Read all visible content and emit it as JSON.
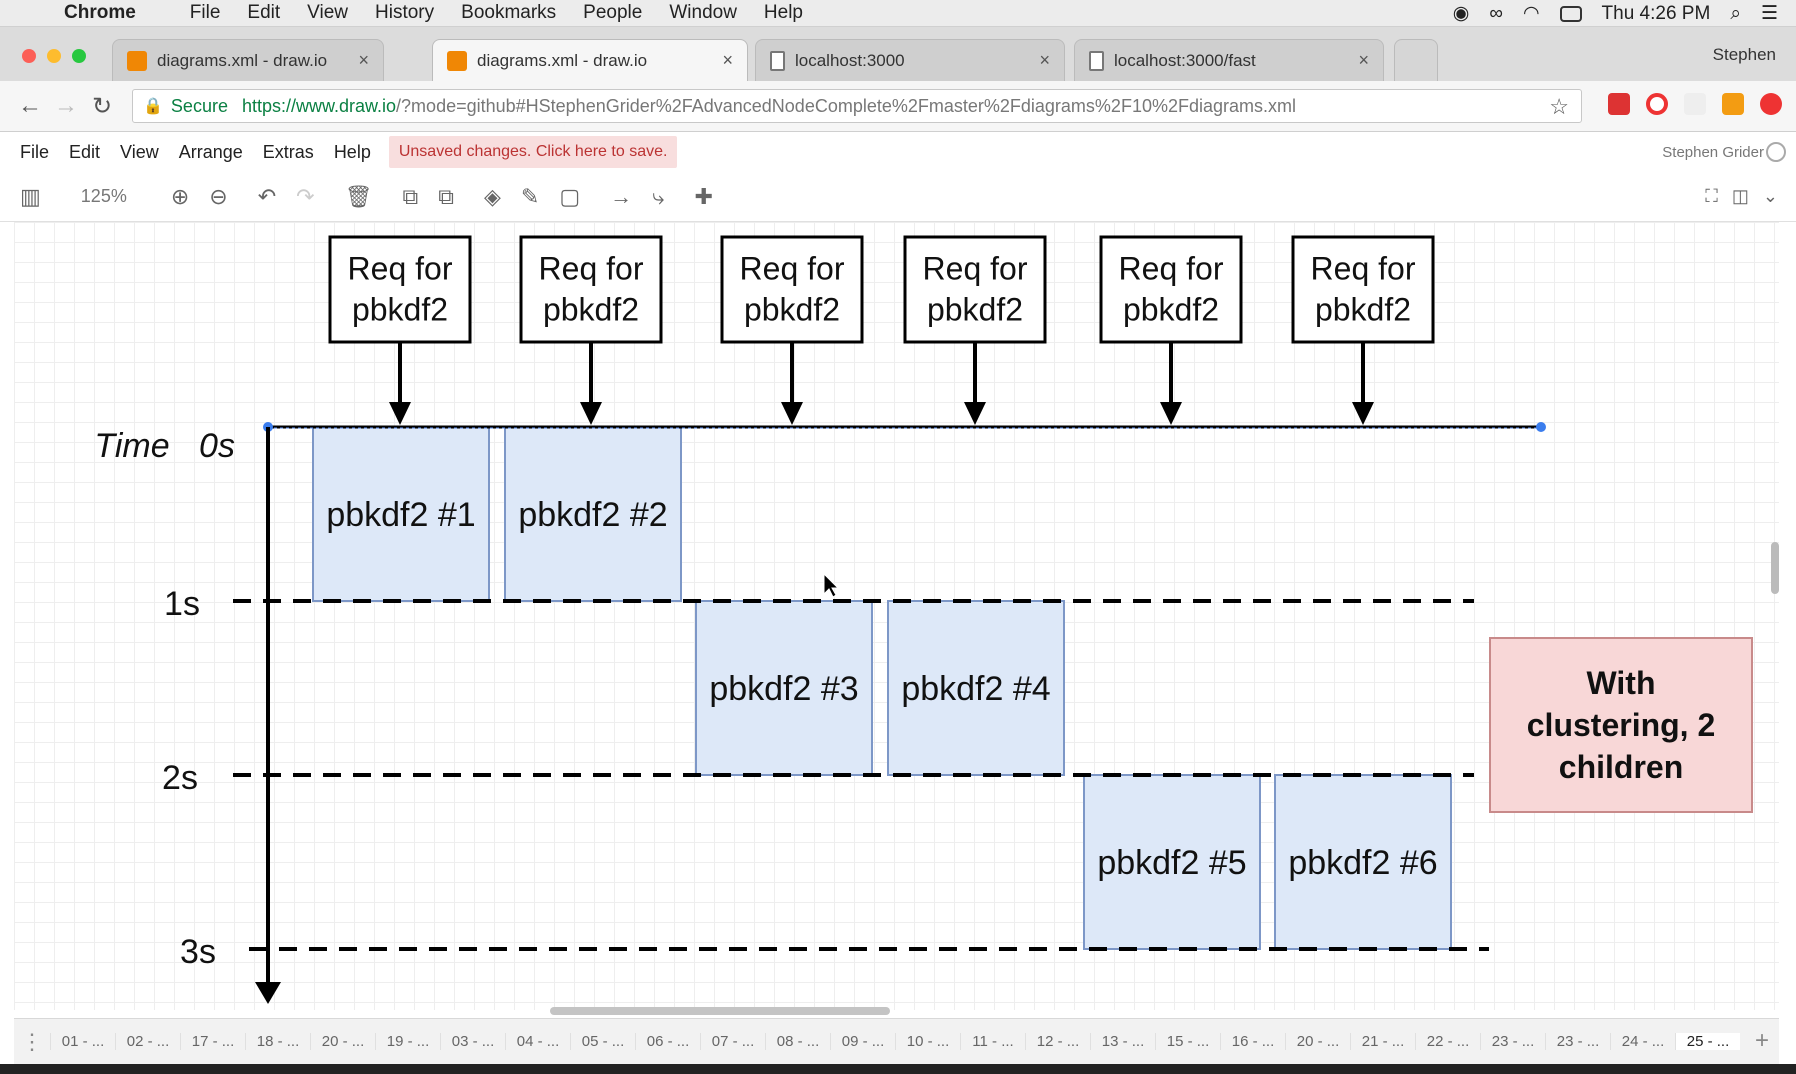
{
  "menubar": {
    "app": "Chrome",
    "items": [
      "File",
      "Edit",
      "View",
      "History",
      "Bookmarks",
      "People",
      "Window",
      "Help"
    ],
    "clock": "Thu 4:26 PM"
  },
  "tabs": [
    {
      "title": "diagrams.xml - draw.io",
      "icon": "drawio-icon",
      "active": false
    },
    {
      "title": "diagrams.xml - draw.io",
      "icon": "drawio-icon",
      "active": true
    },
    {
      "title": "localhost:3000",
      "icon": "page-icon",
      "active": false
    },
    {
      "title": "localhost:3000/fast",
      "icon": "page-icon",
      "active": false
    }
  ],
  "profile": "Stephen",
  "address": {
    "secure_label": "Secure",
    "url_main": "https://www.draw.io",
    "url_rest": "/?mode=github#HStephenGrider%2FAdvancedNodeComplete%2Fmaster%2Fdiagrams%2F10%2Fdiagrams.xml"
  },
  "appmenu": {
    "items": [
      "File",
      "Edit",
      "View",
      "Arrange",
      "Extras",
      "Help"
    ],
    "unsaved": "Unsaved changes. Click here to save.",
    "user": "Stephen Grider"
  },
  "toolbar": {
    "zoom": "125%"
  },
  "diagram": {
    "time_label": "Time",
    "zero_label": "0s",
    "time_marks": [
      "1s",
      "2s",
      "3s"
    ],
    "requests": [
      "Req for\npbkdf2",
      "Req for\npbkdf2",
      "Req for\npbkdf2",
      "Req for\npbkdf2",
      "Req for\npbkdf2",
      "Req for\npbkdf2"
    ],
    "jobs": [
      "pbkdf2 #1",
      "pbkdf2 #2",
      "pbkdf2 #3",
      "pbkdf2 #4",
      "pbkdf2 #5",
      "pbkdf2 #6"
    ],
    "note": "With\nclustering, 2\nchildren",
    "job_fill": "#dde8f8",
    "job_stroke": "#7d97c7",
    "note_fill": "#f8d7d7",
    "note_stroke": "#c88a8a"
  },
  "pages": [
    "01 - ...",
    "02 - ...",
    "17 - ...",
    "18 - ...",
    "20 - ...",
    "19 - ...",
    "03 - ...",
    "04 - ...",
    "05 - ...",
    "06 - ...",
    "07 - ...",
    "08 - ...",
    "09 - ...",
    "10 - ...",
    "11 - ...",
    "12 - ...",
    "13 - ...",
    "15 - ...",
    "16 - ...",
    "20 - ...",
    "21 - ...",
    "22 - ...",
    "23 - ...",
    "23 - ...",
    "24 - ...",
    "25 - ..."
  ]
}
